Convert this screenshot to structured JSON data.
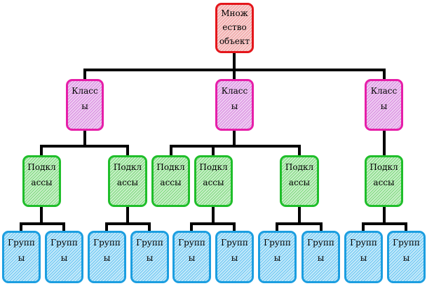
{
  "root": {
    "label": "Множество объектов"
  },
  "classes": [
    {
      "label": "Классы"
    },
    {
      "label": "Классы"
    },
    {
      "label": "Классы"
    }
  ],
  "subclasses": [
    {
      "label": "Подклассы"
    },
    {
      "label": "Подклассы"
    },
    {
      "label": "Подклассы"
    },
    {
      "label": "Подклассы"
    },
    {
      "label": "Подклассы"
    },
    {
      "label": "Подклассы"
    }
  ],
  "groups": [
    {
      "label": "Группы"
    },
    {
      "label": "Группы"
    },
    {
      "label": "Группы"
    },
    {
      "label": "Группы"
    },
    {
      "label": "Группы"
    },
    {
      "label": "Группы"
    },
    {
      "label": "Группы"
    },
    {
      "label": "Группы"
    },
    {
      "label": "Группы"
    },
    {
      "label": "Группы"
    }
  ]
}
